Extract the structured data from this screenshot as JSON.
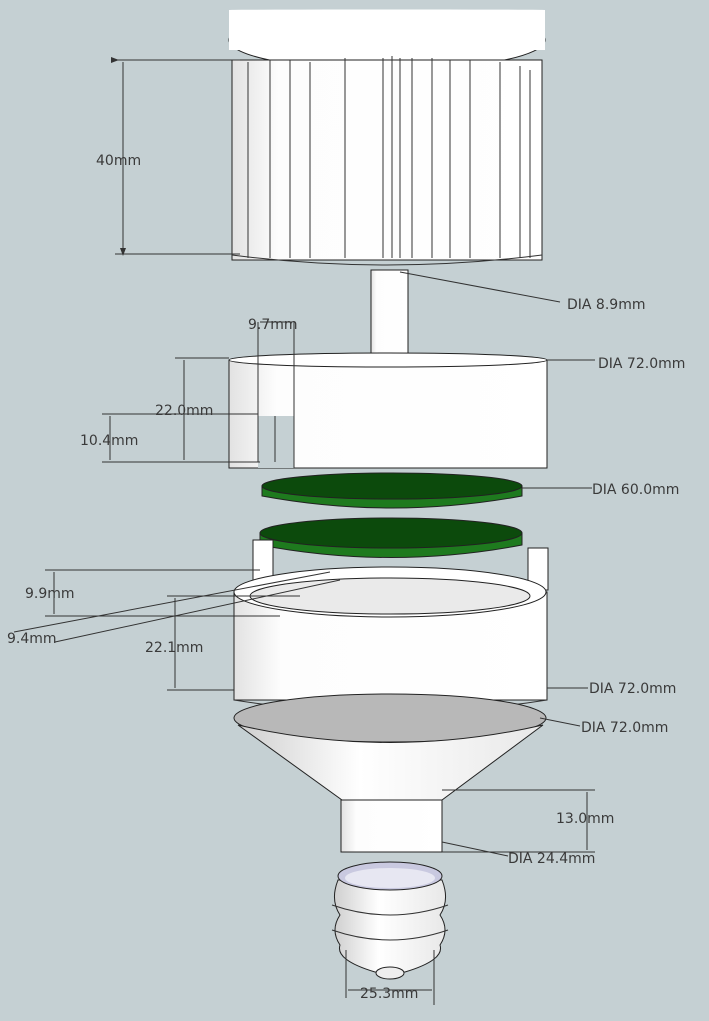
{
  "title": "Exploded LED lamp assembly with dimensions",
  "colors": {
    "background": "#c5d0d3",
    "part": "#ffffff",
    "lens_top": "#0c4a0c",
    "lens_side": "#1e7a1e"
  },
  "parts": [
    "heatsink",
    "shaft",
    "upper-housing",
    "lens-1",
    "lens-2",
    "lower-housing",
    "cone",
    "neck",
    "screw-base"
  ],
  "dimensions": {
    "heatsink_height": "40mm",
    "shaft_dia": "DIA 8.9mm",
    "slot_width": "9.7mm",
    "upper_housing_dia": "DIA 72.0mm",
    "upper_housing_height": "22.0mm",
    "slot_depth": "10.4mm",
    "lens_dia": "DIA 60.0mm",
    "tab_height": "9.9mm",
    "tab_width": "9.4mm",
    "lower_housing_height": "22.1mm",
    "lower_housing_dia": "DIA 72.0mm",
    "cone_dia": "DIA 72.0mm",
    "neck_height": "13.0mm",
    "neck_dia": "DIA 24.4mm",
    "base_dia": "25.3mm"
  }
}
